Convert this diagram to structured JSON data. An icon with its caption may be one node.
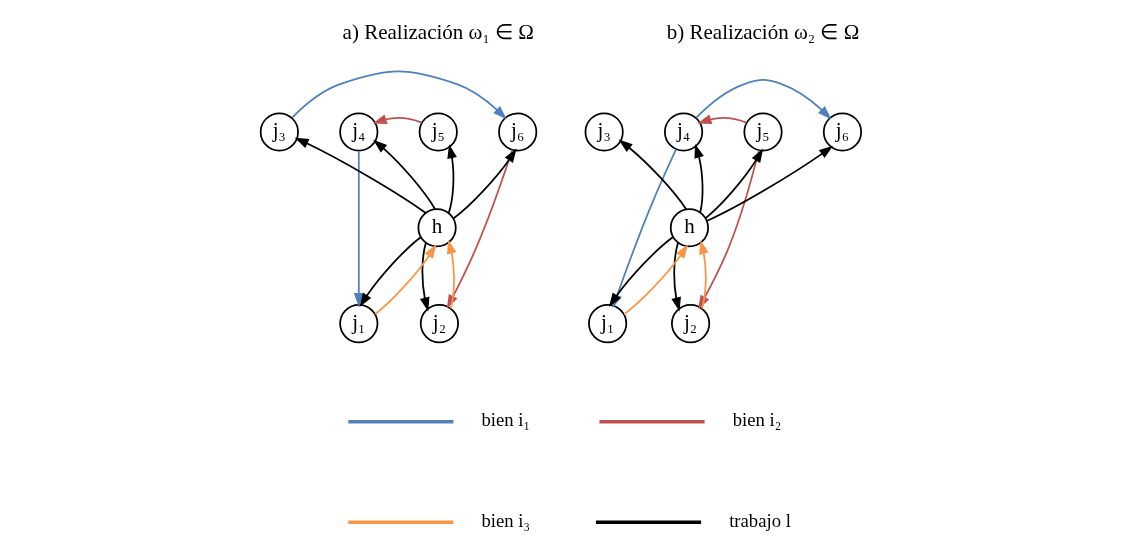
{
  "diagram": {
    "nodes": [
      {
        "text": [
          "j₃"
        ]
      },
      {
        "text": [
          "j₄"
        ]
      },
      {
        "text": [
          "j₅"
        ]
      },
      {
        "text": [
          "j₆"
        ]
      },
      {
        "text": [
          "h"
        ]
      },
      {
        "text": [
          "j₁"
        ]
      },
      {
        "text": [
          "j₂"
        ]
      },
      {
        "text": [
          "j₃"
        ]
      },
      {
        "text": [
          "j₄"
        ]
      },
      {
        "text": [
          "j₅"
        ]
      },
      {
        "text": [
          "j₆"
        ]
      },
      {
        "text": [
          "h"
        ]
      },
      {
        "text": [
          "j₁"
        ]
      },
      {
        "text": [
          "j₂"
        ]
      }
    ],
    "edges": [
      {
        "from": 4,
        "to": 0,
        "arrow": "to"
      },
      {
        "from": 4,
        "to": 1,
        "arrow": "to"
      },
      {
        "from": 4,
        "to": 2,
        "arrow": "to"
      },
      {
        "from": 4,
        "to": 3,
        "arrow": "to"
      },
      {
        "from": 4,
        "to": 5,
        "arrow": "to"
      },
      {
        "from": 4,
        "to": 6,
        "arrow": "to"
      },
      {
        "from": 5,
        "to": 4,
        "arrow": "to",
        "color": "#f79646"
      },
      {
        "from": 6,
        "to": 4,
        "arrow": "to",
        "color": "#f79646"
      },
      {
        "from": 0,
        "to": 3,
        "arrow": "to",
        "color": "#4f81bd"
      },
      {
        "from": 1,
        "to": 5,
        "arrow": "to",
        "color": "#4f81bd"
      },
      {
        "from": 2,
        "to": 1,
        "arrow": "to",
        "color": "#c0504d"
      },
      {
        "from": 3,
        "to": 6,
        "arrow": "to",
        "color": "#c0504d"
      },
      {
        "from": 11,
        "to": 7,
        "arrow": "to"
      },
      {
        "from": 11,
        "to": 8,
        "arrow": "to"
      },
      {
        "from": 11,
        "to": 9,
        "arrow": "to"
      },
      {
        "from": 11,
        "to": 10,
        "arrow": "to"
      },
      {
        "from": 11,
        "to": 12,
        "arrow": "to"
      },
      {
        "from": 11,
        "to": 13,
        "arrow": "to"
      },
      {
        "from": 12,
        "to": 11,
        "arrow": "to",
        "color": "#f79646"
      },
      {
        "from": 13,
        "to": 11,
        "arrow": "to",
        "color": "#f79646"
      },
      {
        "from": 8,
        "to": 10,
        "arrow": "to",
        "color": "#4f81bd"
      },
      {
        "from": 8,
        "to": 12,
        "arrow": "to",
        "color": "#4f81bd"
      },
      {
        "from": 9,
        "to": 8,
        "arrow": "to",
        "color": "#c0504d"
      },
      {
        "from": 9,
        "to": 13,
        "arrow": "to",
        "color": "#c0504d"
      }
    ],
    "labels": [
      "a) Realización ω₁ ∈ Ω",
      "b) Realización ω₂ ∈ Ω"
    ],
    "legend": [
      {
        "text": "bien i₁",
        "color": "#4f81bd"
      },
      {
        "text": "bien i₂",
        "color": "#c0504d"
      },
      {
        "text": "bien i₃",
        "color": "#f79646"
      },
      {
        "text": "trabajo l",
        "color": "#000000"
      }
    ]
  }
}
